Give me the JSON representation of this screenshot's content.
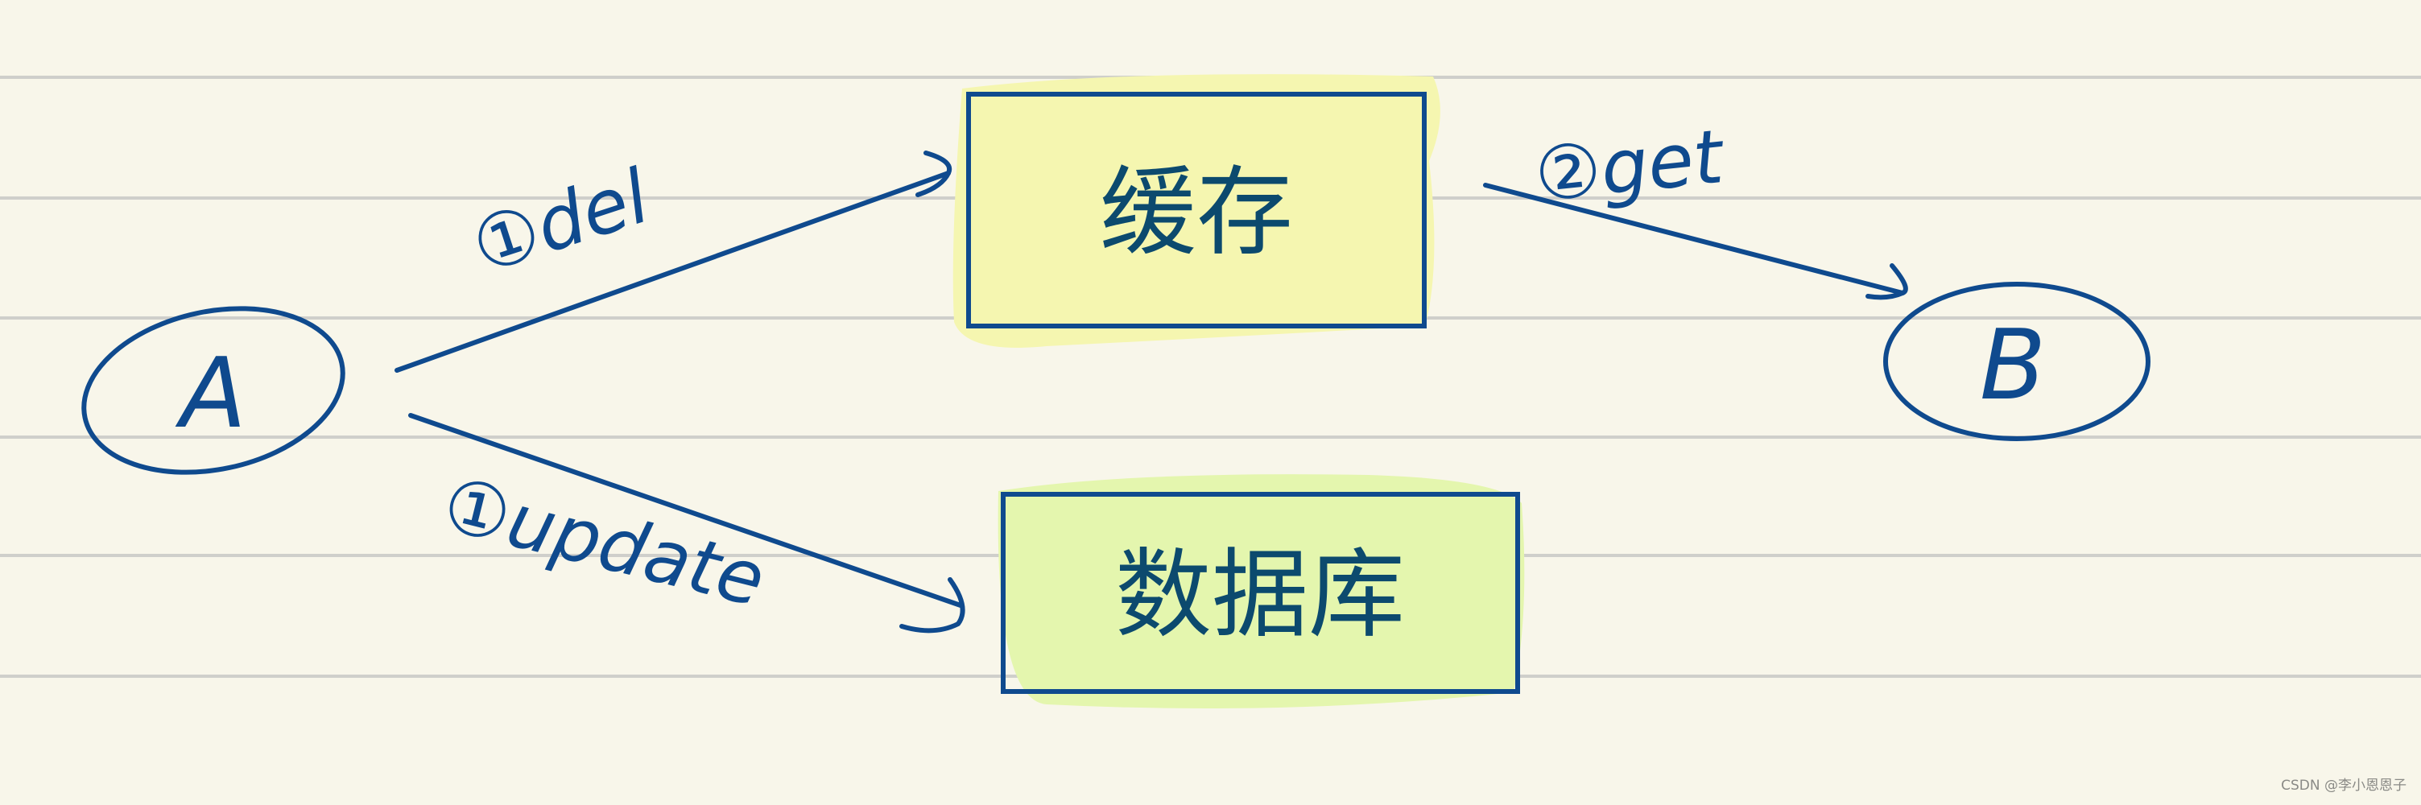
{
  "nodes": {
    "a": {
      "label": "A"
    },
    "b": {
      "label": "B"
    },
    "cache": {
      "label": "缓存",
      "fill": "#f5f6b0"
    },
    "database": {
      "label": "数据库",
      "fill": "#e4f6ae"
    }
  },
  "edges": {
    "del": {
      "label": "①del"
    },
    "update": {
      "label": "①update"
    },
    "get": {
      "label": "②get"
    }
  },
  "colors": {
    "ink": "#0f4a8e",
    "paper": "#f8f6ea",
    "rule": "#cfcfcb"
  },
  "watermark": "CSDN @李小恩恩子"
}
